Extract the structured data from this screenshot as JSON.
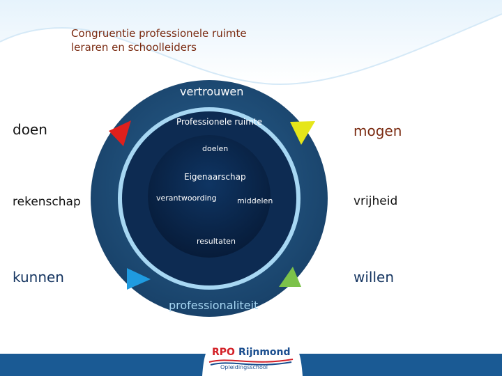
{
  "title": "Congruentie professionele ruimte leraren en schoolleiders",
  "diagram": {
    "outer_top": "vertrouwen",
    "outer_bottom": "professionaliteit",
    "ring_top": "Professionele ruimte",
    "ring_doelen": "doelen",
    "inner_top": "Eigenaarschap",
    "inner_left": "verantwoording",
    "inner_right": "middelen",
    "inner_bottom": "resultaten"
  },
  "sides": {
    "left": [
      "doen",
      "rekenschap",
      "kunnen"
    ],
    "right": [
      "mogen",
      "vrijheid",
      "willen"
    ]
  },
  "colors": {
    "triangle_top_left": "#e0201c",
    "triangle_top_right": "#e6e61a",
    "triangle_bottom_left": "#1f9be0",
    "triangle_bottom_right": "#7cc24a",
    "outer_ring": "#1b4f7a",
    "light_ring": "#9fd3f2",
    "inner_disc": "#082244"
  },
  "brand": {
    "name_part1": "RPO",
    "name_part2": "Rijnmond",
    "subtitle": "Opleidingsschool"
  }
}
